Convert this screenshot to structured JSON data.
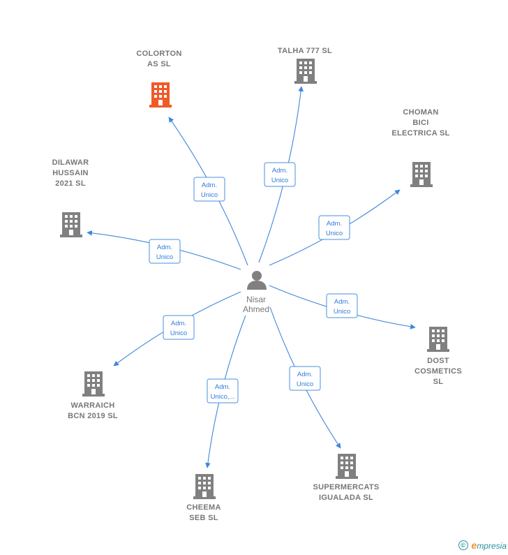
{
  "center": {
    "name_lines": [
      "Nisar",
      "Ahmed"
    ],
    "icon": "person-icon"
  },
  "companies": [
    {
      "id": "colorton",
      "label_lines": [
        "COLORTON",
        "AS  SL"
      ],
      "highlight": true,
      "role_lines": [
        "Adm.",
        "Unico"
      ]
    },
    {
      "id": "talha",
      "label_lines": [
        "TALHA 777  SL"
      ],
      "highlight": false,
      "role_lines": [
        "Adm.",
        "Unico"
      ]
    },
    {
      "id": "choman",
      "label_lines": [
        "CHOMAN",
        "BICI",
        "ELECTRICA  SL"
      ],
      "highlight": false,
      "role_lines": [
        "Adm.",
        "Unico"
      ]
    },
    {
      "id": "dilawar",
      "label_lines": [
        "DILAWAR",
        "HUSSAIN",
        "2021  SL"
      ],
      "highlight": false,
      "role_lines": [
        "Adm.",
        "Unico"
      ]
    },
    {
      "id": "dost",
      "label_lines": [
        "DOST",
        "COSMETICS",
        "SL"
      ],
      "highlight": false,
      "role_lines": [
        "Adm.",
        "Unico"
      ]
    },
    {
      "id": "warraich",
      "label_lines": [
        "WARRAICH",
        "BCN 2019  SL"
      ],
      "highlight": false,
      "role_lines": [
        "Adm.",
        "Unico"
      ]
    },
    {
      "id": "supermercats",
      "label_lines": [
        "SUPERMERCATS",
        "IGUALADA  SL"
      ],
      "highlight": false,
      "role_lines": [
        "Adm.",
        "Unico"
      ]
    },
    {
      "id": "cheema",
      "label_lines": [
        "CHEEMA",
        "SEB  SL"
      ],
      "highlight": false,
      "role_lines": [
        "Adm.",
        "Unico,..."
      ]
    }
  ],
  "colors": {
    "highlight": "#f05a28",
    "building": "#808080",
    "edge": "#3f86dc"
  },
  "footer": {
    "copyright_symbol": "©",
    "brand_initial": "e",
    "brand_rest": "mpresia"
  }
}
